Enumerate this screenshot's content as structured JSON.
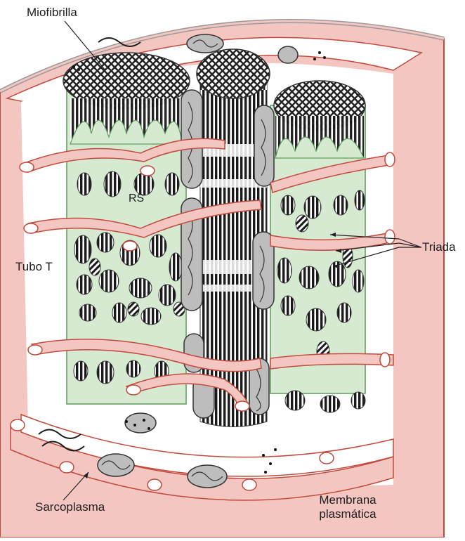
{
  "labels": {
    "miofibrilla": "Miofibrilla",
    "rs": "RS",
    "tubo_t": "Tubo T",
    "triada": "Triada",
    "sarcoplasma": "Sarcoplasma",
    "membrana_line1": "Membrana",
    "membrana_line2": "plasmática"
  },
  "colors": {
    "membrane_pink": "#f3c6c1",
    "membrane_stroke": "#c24a3d",
    "reticulum_green": "#d6ead2",
    "reticulum_stroke": "#5f9a5c",
    "mitochondria_gray": "#bdbdbd",
    "fibril_black": "#1a1a1a",
    "outline": "#555555"
  }
}
